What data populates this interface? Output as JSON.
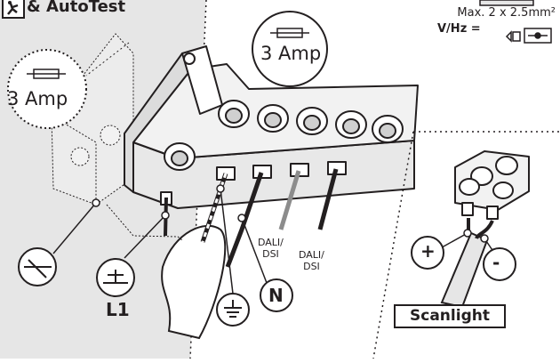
{
  "header": {
    "title": "& AutoTest"
  },
  "spec": {
    "cable": "Max. 2 x 2.5mm²",
    "vhz": "V/Hz ="
  },
  "fuse": {
    "label_main": "3 Amp",
    "label_side": "3 Amp"
  },
  "terminals": {
    "dali_1": [
      "DALI/",
      "DSI"
    ],
    "dali_2": [
      "DALI/",
      "DSI"
    ],
    "live": "L1",
    "neutral": "N",
    "plus": "+",
    "minus": "-"
  },
  "scanlight": {
    "label": "Scanlight"
  },
  "colors": {
    "line": "#231f20",
    "shade": "#e6e6e6",
    "terminal_fill": "#f2f2f2",
    "wire_grey": "#8c8c8c"
  }
}
